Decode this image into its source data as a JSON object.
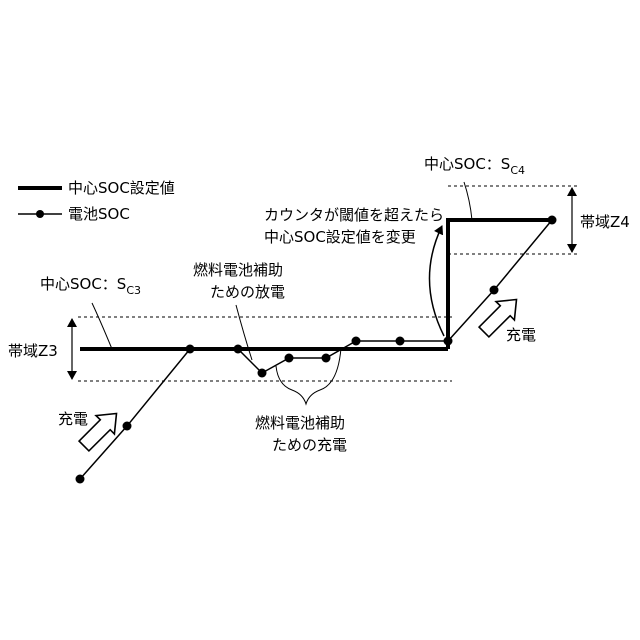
{
  "legend": {
    "center_soc_setpoint": "中心SOC設定値",
    "battery_soc": "電池SOC"
  },
  "labels": {
    "center_soc_c3_prefix": "中心SOC：S",
    "center_soc_c3_sub": "C3",
    "center_soc_c4_prefix": "中心SOC：S",
    "center_soc_c4_sub": "C4",
    "band_z3": "帯域Z3",
    "band_z4": "帯域Z4",
    "charge_left": "充電",
    "charge_right": "充電",
    "fc_discharge_line1": "燃料電池補助",
    "fc_discharge_line2": "ための放電",
    "fc_charge_line1": "燃料電池補助",
    "fc_charge_line2": "ための充電",
    "counter_note_line1": "カウンタが閾値を超えたら",
    "counter_note_line2": "中心SOC設定値を変更"
  }
}
